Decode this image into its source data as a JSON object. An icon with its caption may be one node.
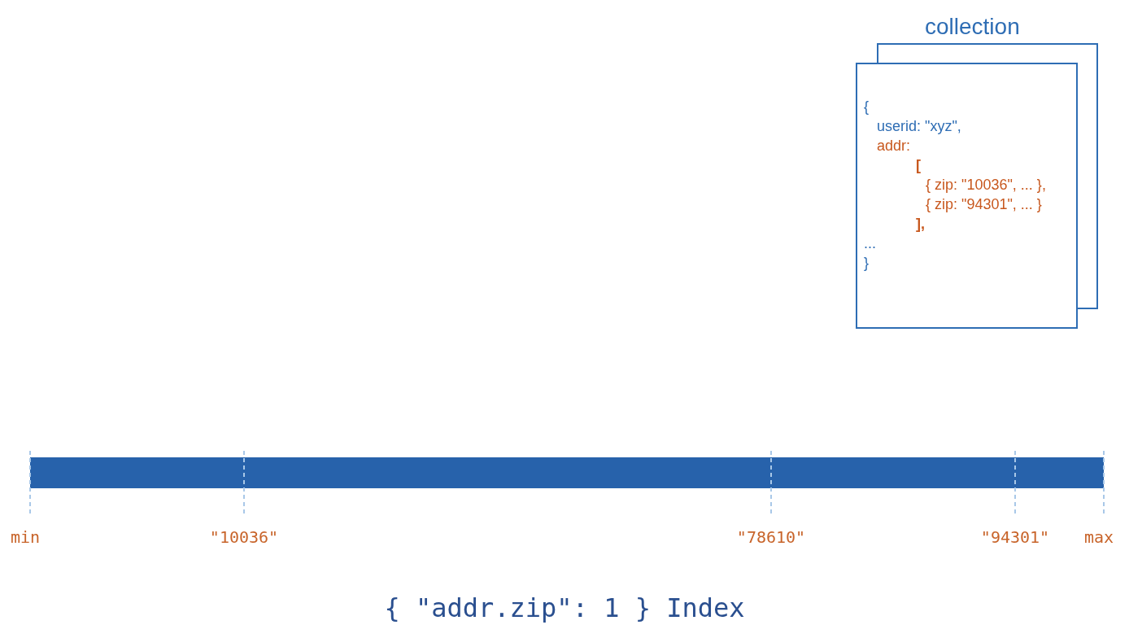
{
  "diagram": {
    "caption": "{ \"addr.zip\": 1 } Index",
    "nodes": [
      {
        "text": [
          "collection",
          "{",
          "userid: \"xyz\",",
          "addr:",
          "[",
          "{ zip: \"10036\", ... },",
          "{ zip: \"94301\", ... }",
          "],",
          "...",
          "}"
        ]
      },
      {
        "text": [],
        "shape": "bar"
      }
    ],
    "labels": [
      "min",
      "\"10036\"",
      "\"78610\"",
      "\"94301\"",
      "max"
    ]
  }
}
